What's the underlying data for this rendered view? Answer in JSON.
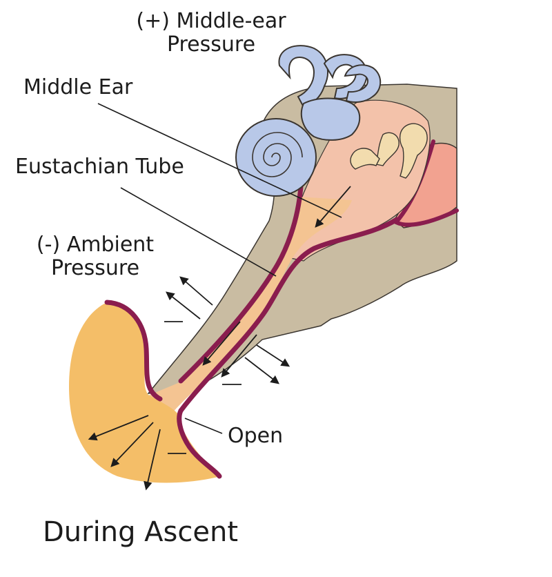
{
  "labels": {
    "middle_ear_pressure_line1": "(+) Middle-ear",
    "middle_ear_pressure_line2": "Pressure",
    "middle_ear": "Middle Ear",
    "eustachian_tube": "Eustachian Tube",
    "ambient_pressure_line1": "(-) Ambient",
    "ambient_pressure_line2": "Pressure",
    "open": "Open"
  },
  "caption": "During Ascent",
  "colors": {
    "skull_bone": "#c9bca2",
    "inner_ear": "#b8c8e8",
    "middle_ear": "#f3c2aa",
    "ear_canal": "#f2a290",
    "tube_fill": "#f4c492",
    "tube_wall": "#8a1d4e",
    "throat": "#f4be68",
    "ossicles": "#f2dcae",
    "outline": "#3a3530"
  },
  "icons": {
    "arrow": "arrow-icon",
    "minus": "minus-sign-icon"
  }
}
